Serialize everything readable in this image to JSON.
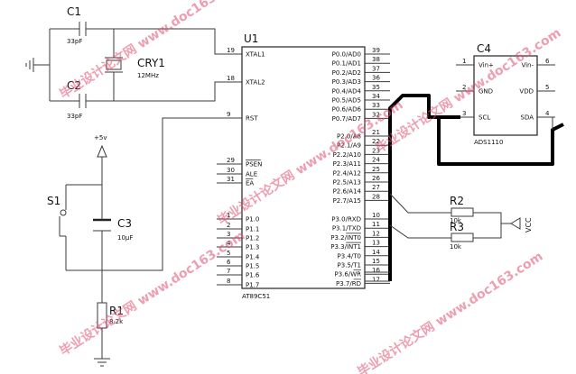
{
  "labels": {
    "c1": "C1",
    "c1_val": "33pF",
    "c2": "C2",
    "c2_val": "33pF",
    "cry": "CRY1",
    "cry_val": "12MHz",
    "u1": "U1",
    "u1_model": "AT89C51",
    "c4": "C4",
    "c4_model": "ADS1110",
    "r2": "R2",
    "r2_val": "10k",
    "r3": "R3",
    "r3_val": "10k",
    "vcc": "VCC",
    "c3": "C3",
    "c3_val": "10μF",
    "s1": "S1",
    "r1": "R1",
    "r1_val": "8.2k",
    "plus5v": "+5v"
  },
  "u1_left_pins": [
    {
      "name": "XTAL1",
      "num": "19"
    },
    {
      "name": "XTAL2",
      "num": "18"
    },
    {
      "name": "RST",
      "num": "9"
    },
    {
      "name": "PSEN",
      "num": "29"
    },
    {
      "name": "ALE",
      "num": "30"
    },
    {
      "name": "EA",
      "num": "31"
    },
    {
      "name": "P1.0",
      "num": "1"
    },
    {
      "name": "P1.1",
      "num": "2"
    },
    {
      "name": "P1.2",
      "num": "3"
    },
    {
      "name": "P1.3",
      "num": "4"
    },
    {
      "name": "P1.4",
      "num": "5"
    },
    {
      "name": "P1.5",
      "num": "6"
    },
    {
      "name": "P1.6",
      "num": "7"
    },
    {
      "name": "P1.7",
      "num": "8"
    }
  ],
  "u1_right_pins": [
    {
      "name": "P0.0/AD0",
      "num": "39"
    },
    {
      "name": "P0.1/AD1",
      "num": "38"
    },
    {
      "name": "P0.2/AD2",
      "num": "37"
    },
    {
      "name": "P0.3/AD3",
      "num": "36"
    },
    {
      "name": "P0.4/AD4",
      "num": "35"
    },
    {
      "name": "P0.5/AD5",
      "num": "34"
    },
    {
      "name": "P0.6/AD6",
      "num": "33"
    },
    {
      "name": "P0.7/AD7",
      "num": "32"
    },
    {
      "name": "P2.0/A8",
      "num": "21"
    },
    {
      "name": "P2.1/A9",
      "num": "22"
    },
    {
      "name": "P2.2/A10",
      "num": "23"
    },
    {
      "name": "P2.3/A11",
      "num": "24"
    },
    {
      "name": "P2.4/A12",
      "num": "25"
    },
    {
      "name": "P2.5/A13",
      "num": "26"
    },
    {
      "name": "P2.6/A14",
      "num": "27"
    },
    {
      "name": "P2.7/A15",
      "num": "28"
    },
    {
      "name": "P3.0/RXD",
      "num": "10"
    },
    {
      "name": "P3.1/TXD",
      "num": "11"
    },
    {
      "name": "P3.2/INT0",
      "num": "12"
    },
    {
      "name": "P3.3/INT1",
      "num": "13"
    },
    {
      "name": "P3.4/T0",
      "num": "14"
    },
    {
      "name": "P3.5/T1",
      "num": "15"
    },
    {
      "name": "P3.6/WR",
      "num": "16"
    },
    {
      "name": "P3.7/RD",
      "num": "17"
    }
  ],
  "c4_pins": [
    {
      "name": "Vin+",
      "num": "1"
    },
    {
      "name": "GND",
      "num": "2"
    },
    {
      "name": "SCL",
      "num": "3"
    },
    {
      "name": "Vin-",
      "num": "6"
    },
    {
      "name": "VDD",
      "num": "5"
    },
    {
      "name": "SDA",
      "num": "4"
    }
  ],
  "watermark": {
    "text": "毕业设计论文网 www.doc163.com",
    "color": "#e05070"
  }
}
